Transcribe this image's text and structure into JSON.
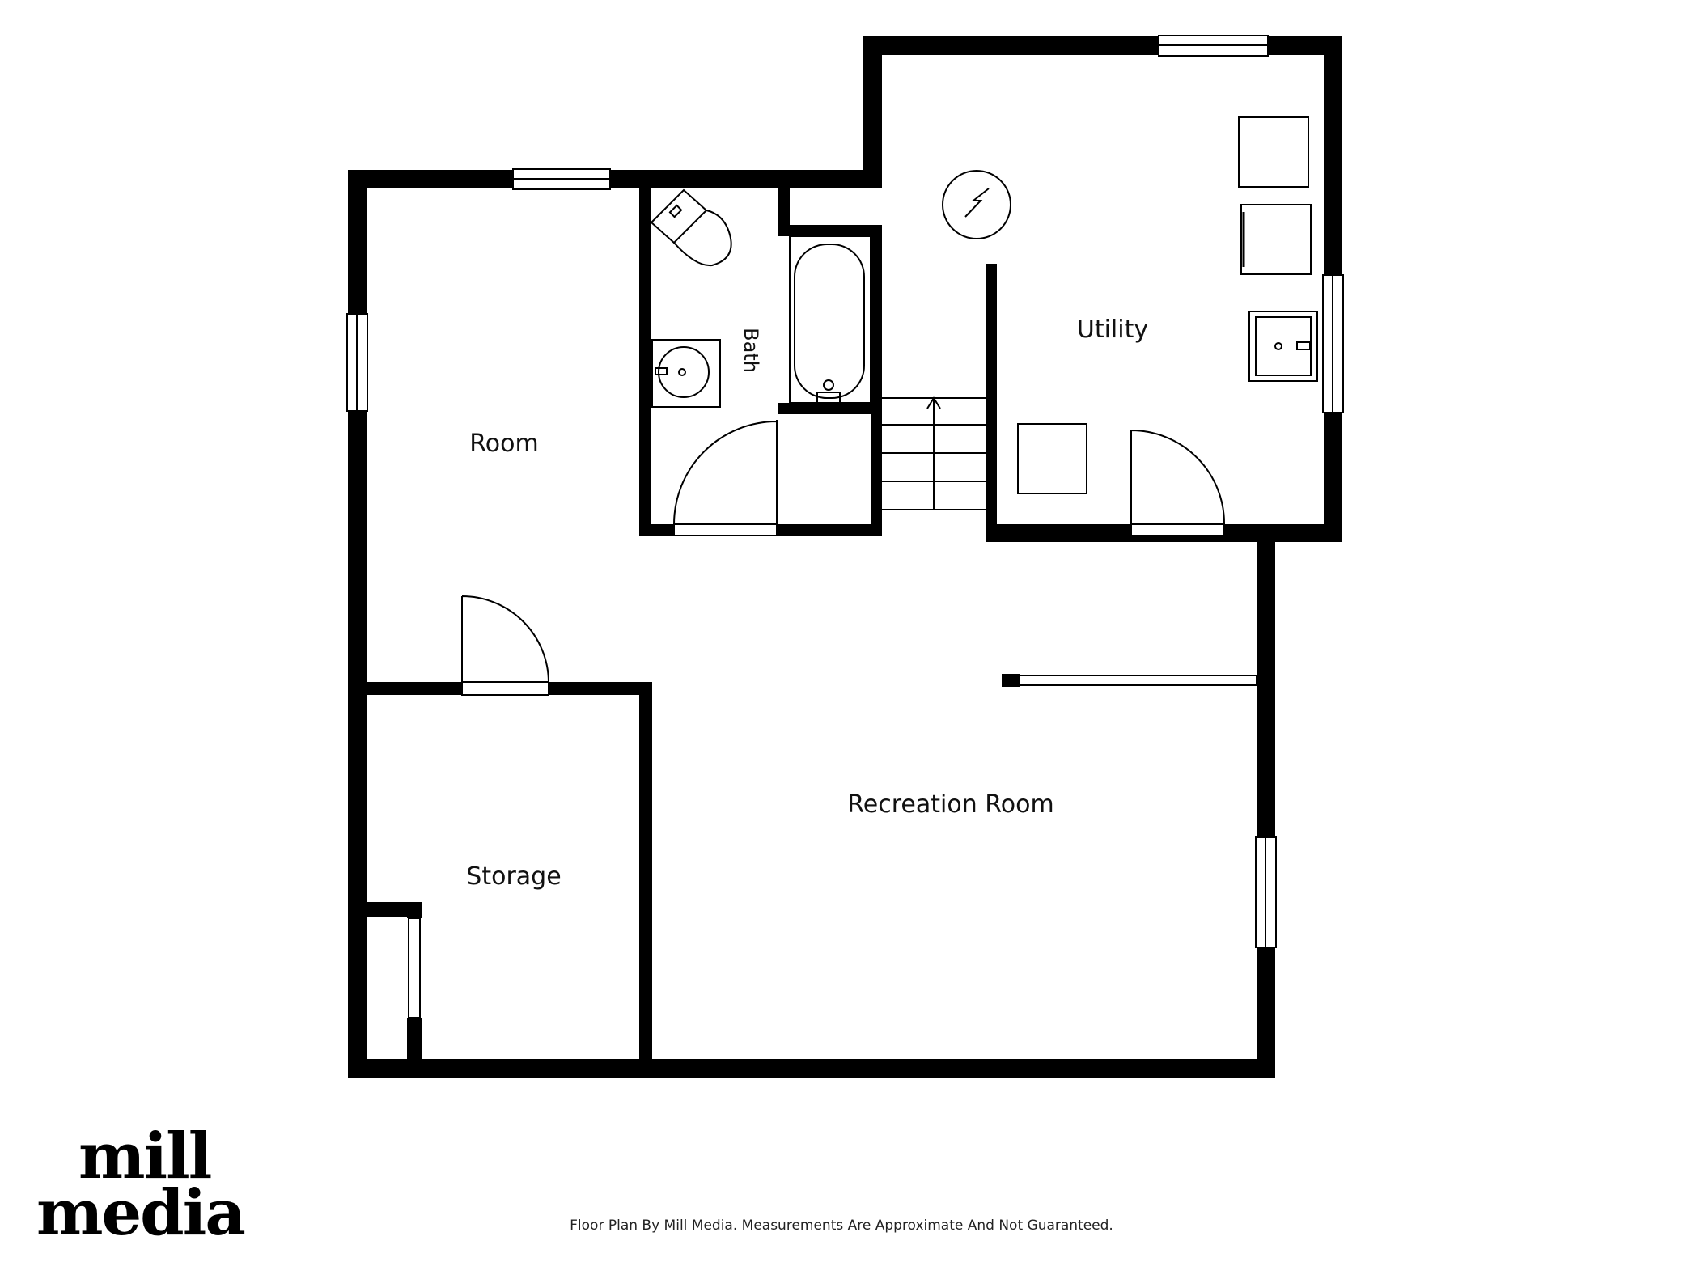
{
  "rooms": {
    "room": "Room",
    "bath": "Bath",
    "utility": "Utility",
    "recreation": "Recreation Room",
    "storage": "Storage"
  },
  "logo": {
    "line1": "mill",
    "line2": "media"
  },
  "footer": {
    "text": "Floor Plan By Mill Media. Measurements Are Approximate And Not Guaranteed."
  },
  "colors": {
    "wall": "#000000",
    "background": "#ffffff"
  },
  "icons": [
    "toilet-icon",
    "sink-icon",
    "bathtub-icon",
    "electric-panel-icon",
    "appliance-icon",
    "stairs-icon"
  ]
}
